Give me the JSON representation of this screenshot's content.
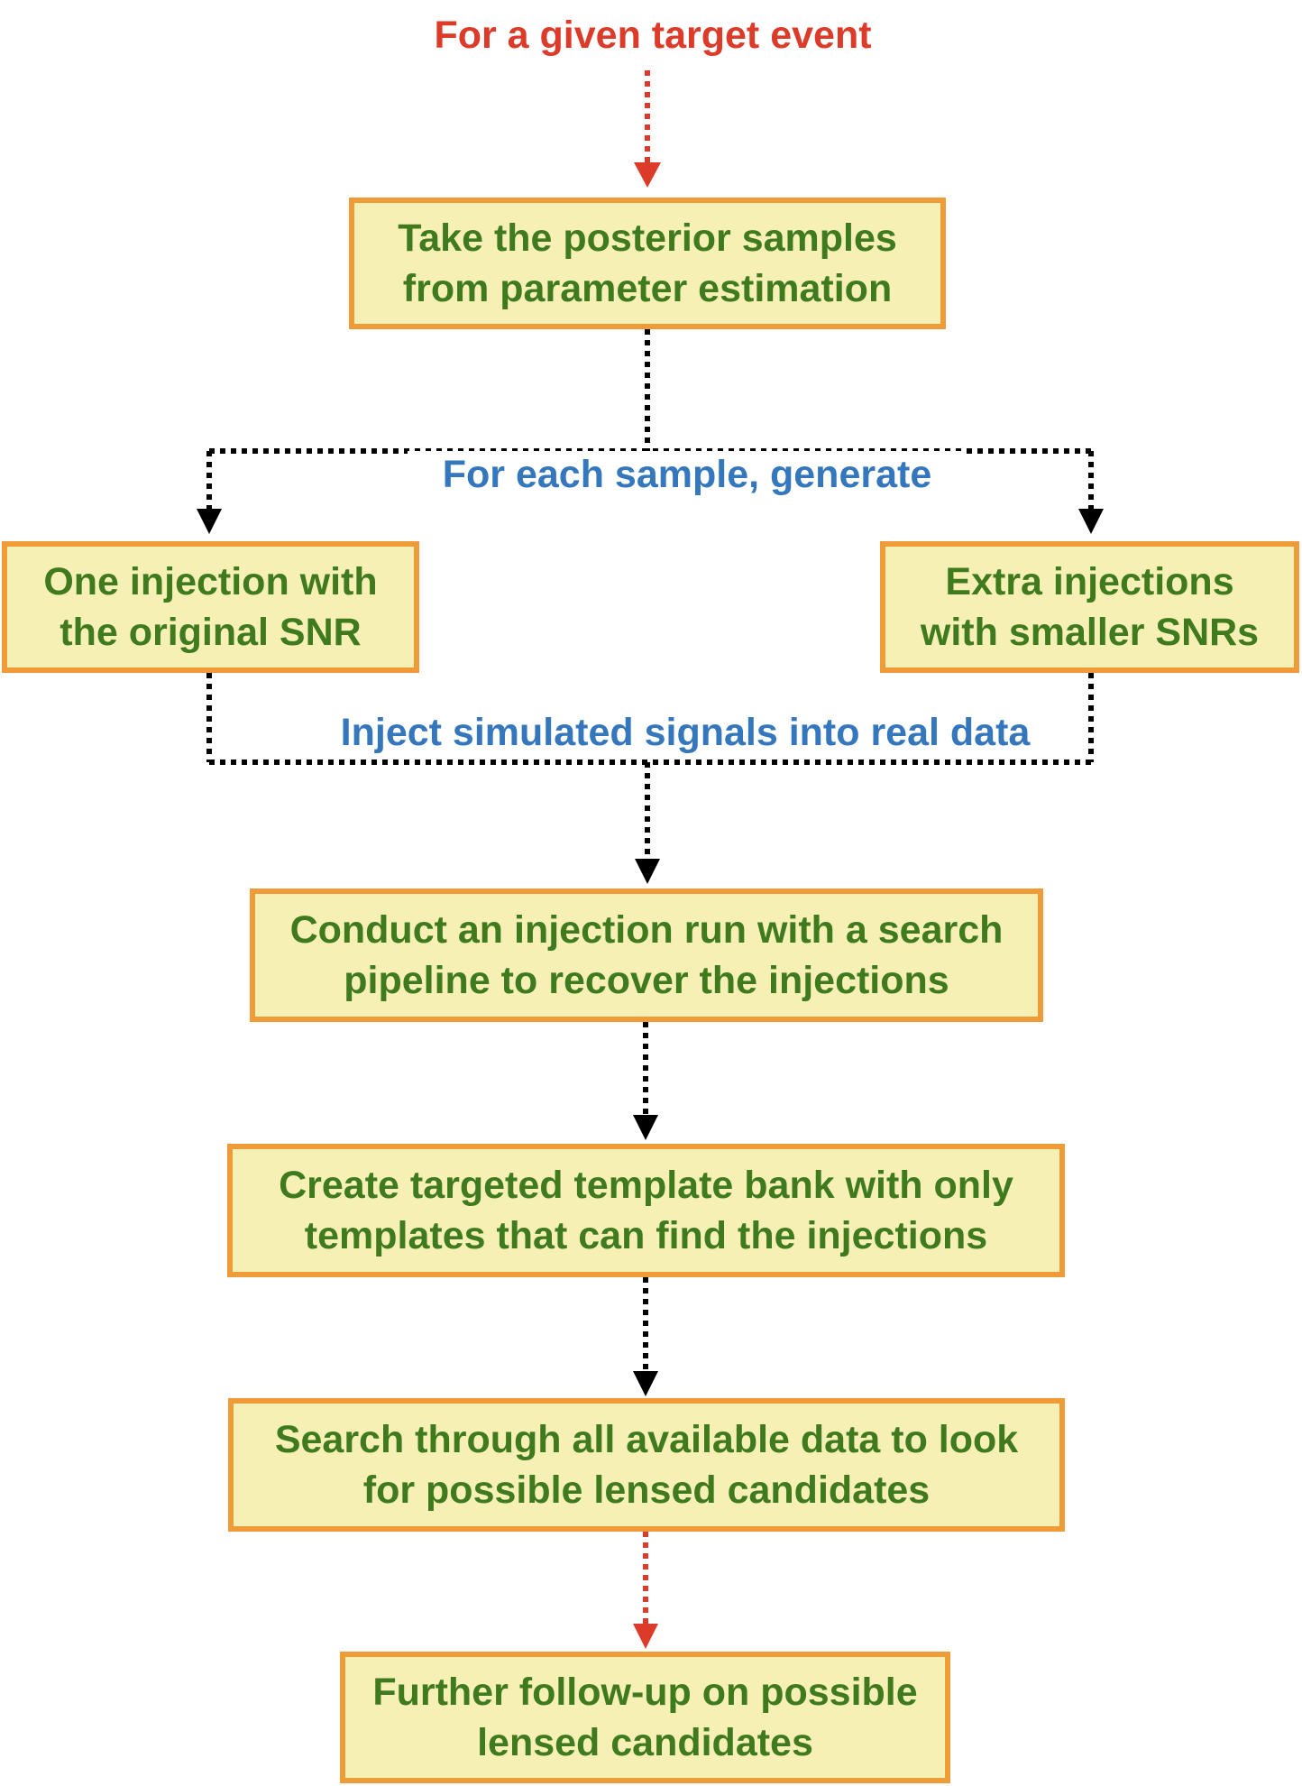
{
  "header": {
    "title": "For a given target event"
  },
  "boxes": {
    "posterior": "Take the posterior samples\nfrom parameter estimation",
    "one_injection": "One injection with\nthe original SNR",
    "extra_injections": "Extra injections\nwith smaller SNRs",
    "injection_run": "Conduct an injection run with a search\npipeline to recover the injections",
    "template_bank": "Create targeted template bank with only\ntemplates that can find the injections",
    "search": "Search through all available data to look\nfor possible lensed candidates",
    "follow_up": "Further follow-up on possible\nlensed candidates"
  },
  "labels": {
    "generate": "For each sample, generate",
    "inject": "Inject simulated signals into real data"
  },
  "colors": {
    "box_fill": "#f7f0b4",
    "box_border": "#ef9b37",
    "box_text": "#3f7a1f",
    "red_text": "#dd3b29",
    "blue_text": "#3577bd",
    "connector": "#000000"
  }
}
